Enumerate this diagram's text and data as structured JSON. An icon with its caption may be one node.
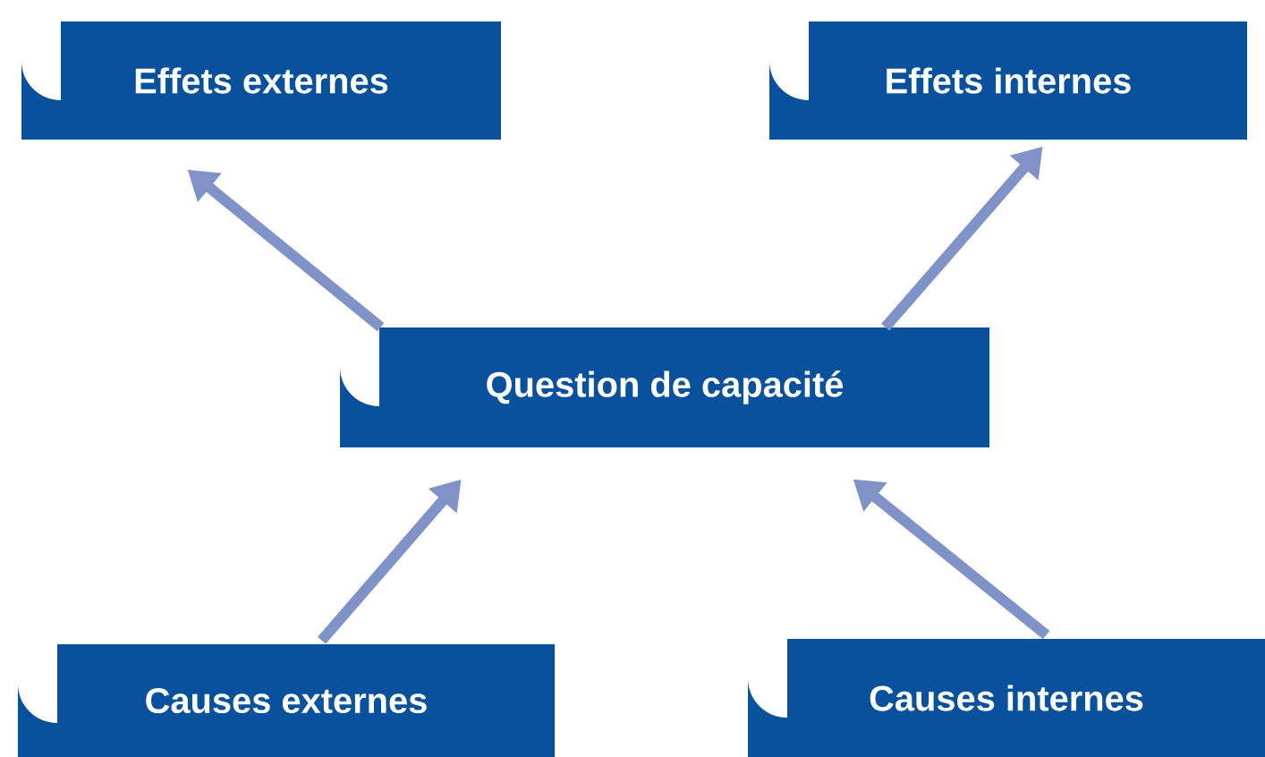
{
  "diagram": {
    "nodes": [
      {
        "text": [
          "Effets externes"
        ]
      },
      {
        "text": [
          "Effets internes"
        ]
      },
      {
        "text": [
          "Question de capacité"
        ]
      },
      {
        "text": [
          "Causes externes"
        ]
      },
      {
        "text": [
          "Causes internes"
        ]
      }
    ],
    "edges": [
      {
        "from": 2,
        "to": 0,
        "arrow": "to"
      },
      {
        "from": 2,
        "to": 1,
        "arrow": "to"
      },
      {
        "from": 3,
        "to": 2,
        "arrow": "to"
      },
      {
        "from": 4,
        "to": 2,
        "arrow": "to"
      }
    ]
  }
}
